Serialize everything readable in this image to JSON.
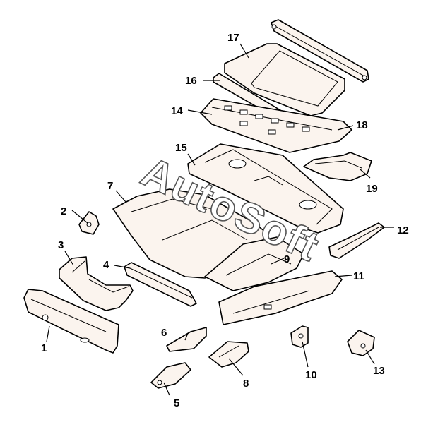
{
  "watermark": "AutoSoft",
  "labels": {
    "p1": "1",
    "p2": "2",
    "p3": "3",
    "p4": "4",
    "p5": "5",
    "p6": "6",
    "p7": "7",
    "p8": "8",
    "p9": "9",
    "p10": "10",
    "p11": "11",
    "p12": "12",
    "p13": "13",
    "p14": "14",
    "p15": "15",
    "p16": "16",
    "p17": "17",
    "p18": "18",
    "p19": "19"
  },
  "colors": {
    "part_fill": "#fbf4ee",
    "line": "#000000",
    "background": "#ffffff"
  }
}
